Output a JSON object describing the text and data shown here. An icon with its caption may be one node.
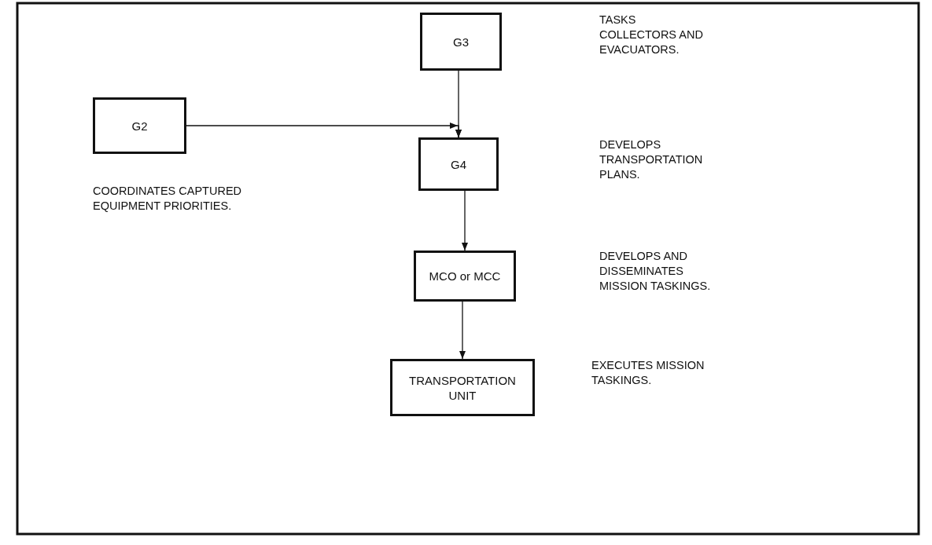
{
  "diagram": {
    "nodes": [
      {
        "text": [
          "G3"
        ]
      },
      {
        "text": [
          "G2"
        ],
        "beside": [
          "COORDINATES CAPTURED EQUIPMENT PRIORITIES."
        ]
      },
      {
        "text": [
          "G4"
        ]
      },
      {
        "text": [
          "MCO or MCC"
        ]
      },
      {
        "text": [
          "TRANSPORTATION UNIT"
        ]
      }
    ],
    "edges": [
      {
        "from": 0,
        "to": 2,
        "arrow": "to"
      },
      {
        "from": 1,
        "to": 2,
        "arrow": "to"
      },
      {
        "from": 2,
        "to": 3,
        "arrow": "to"
      },
      {
        "from": 3,
        "to": 4,
        "arrow": "to"
      }
    ],
    "labels": [
      "TASKS COLLECTORS AND EVACUATORS.",
      "DEVELOPS TRANSPORTATION PLANS.",
      "DEVELOPS AND DISSEMINATES MISSION TASKINGS.",
      "EXECUTES MISSION TASKINGS."
    ]
  }
}
